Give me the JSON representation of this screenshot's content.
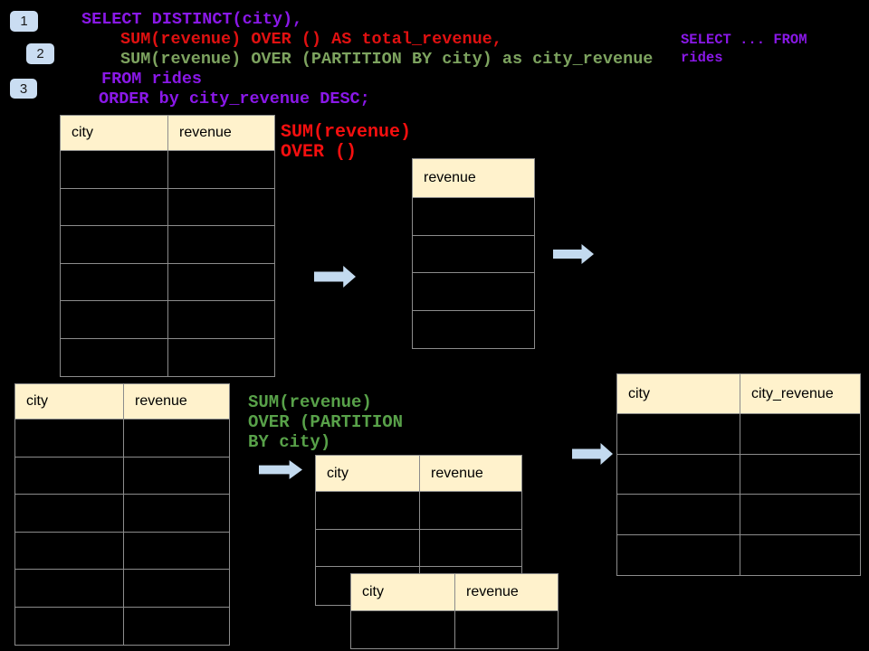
{
  "slide": {
    "background": "#000000"
  },
  "badges": {
    "color": "#CADDF2",
    "items": [
      {
        "label": "1"
      },
      {
        "label": "2"
      },
      {
        "label": "3"
      }
    ]
  },
  "sql_code": {
    "line1": "SELECT DISTINCT(city),",
    "line2": "SUM(revenue) OVER () AS total_revenue,",
    "line3": "SUM(revenue) OVER (PARTITION BY city) as city_revenue",
    "line4": "FROM rides",
    "line5": "ORDER by city_revenue DESC;",
    "colors": {
      "purple": "#8A18E8",
      "red": "#E01111",
      "green": "#7DA35F"
    }
  },
  "side_note": {
    "line1": "SELECT ... FROM",
    "line2": "rides",
    "color": "#8A18E8"
  },
  "note_total": {
    "line1": "SUM(revenue)",
    "line2": "OVER ()",
    "color": "#F50F0F"
  },
  "note_partition": {
    "line1": "SUM(revenue)",
    "line2": "OVER (PARTITION",
    "line3": "BY city)",
    "color": "#58A149"
  },
  "tables": {
    "source_top": {
      "headers": [
        "city",
        "revenue"
      ],
      "empty_rows": 6
    },
    "total_result": {
      "headers": [
        "revenue"
      ],
      "empty_rows": 4
    },
    "source_bottom": {
      "headers": [
        "city",
        "revenue"
      ],
      "empty_rows": 6
    },
    "partition_step": {
      "headers": [
        "city",
        "revenue"
      ],
      "empty_rows": 3
    },
    "partition_step2": {
      "headers": [
        "city",
        "revenue"
      ],
      "empty_rows": 1
    },
    "final_result": {
      "headers": [
        "city",
        "city_revenue"
      ],
      "empty_rows": 4
    }
  },
  "style": {
    "table_header_bg": "#FFF2CC",
    "table_border": "#8C8C8C",
    "arrow_color": "#C3DAEF"
  }
}
